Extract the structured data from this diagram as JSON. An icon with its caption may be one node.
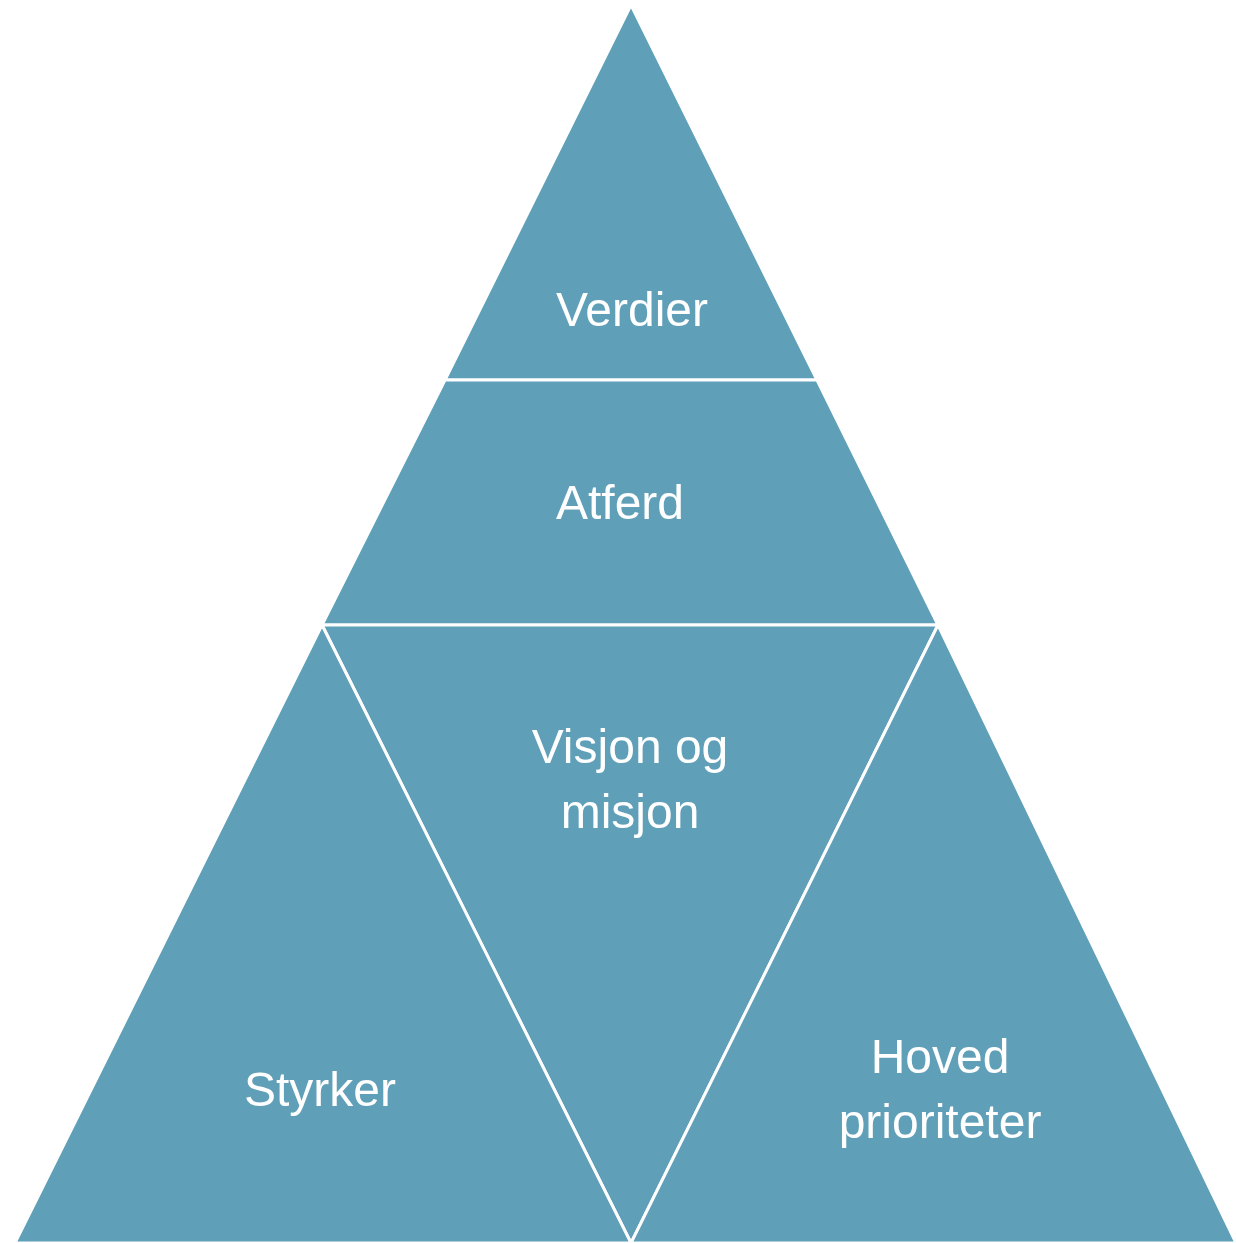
{
  "diagram": {
    "nodes": [
      {
        "text": [
          "Verdier"
        ]
      },
      {
        "text": [
          "Atferd"
        ]
      },
      {
        "text": [
          "Visjon og misjon"
        ]
      },
      {
        "text": [
          "Styrker"
        ]
      },
      {
        "text": [
          "Hoved prioriteter"
        ]
      }
    ]
  }
}
